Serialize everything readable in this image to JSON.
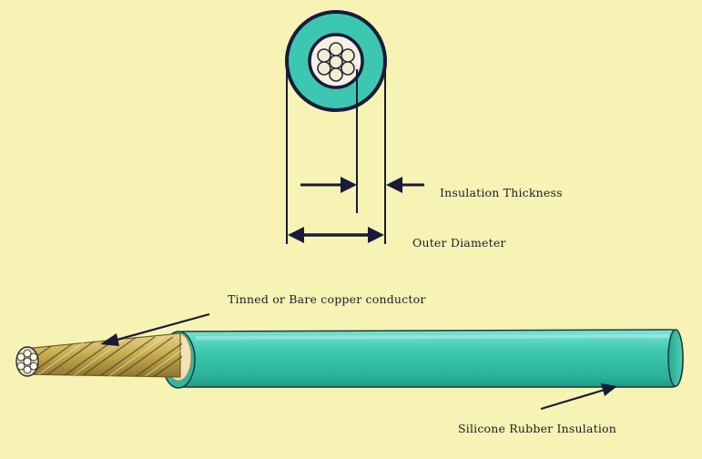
{
  "labels": {
    "insulation_thickness": "Insulation Thickness",
    "outer_diameter": "Outer Diameter",
    "conductor": "Tinned or Bare copper conductor",
    "insulation": "Silicone Rubber Insulation"
  },
  "colors": {
    "background": "#f7f3b4",
    "insulation": "#3cc7b0",
    "conductor": "#c8ae52",
    "outline": "#1a1a3a"
  }
}
